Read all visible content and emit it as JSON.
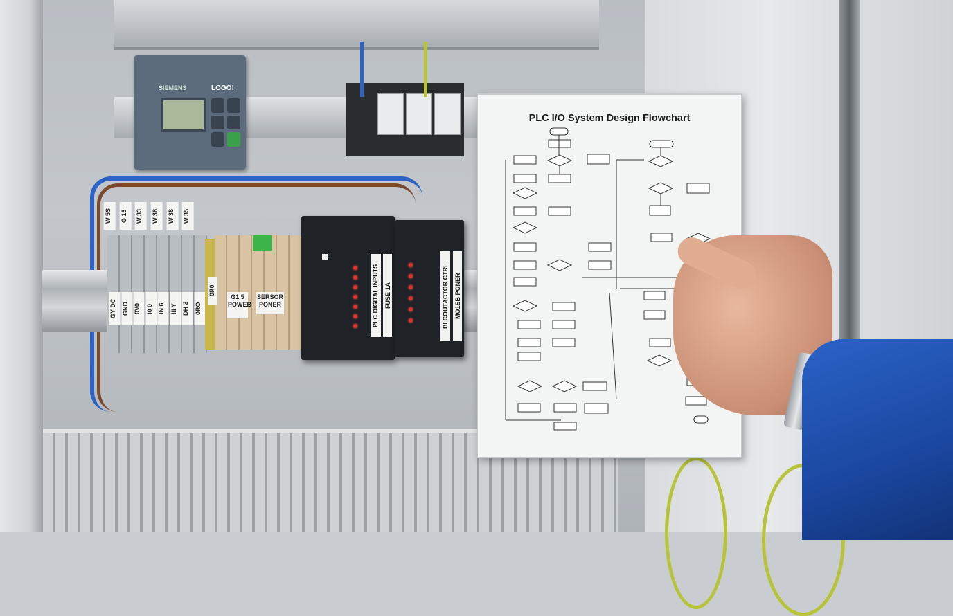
{
  "scene": {
    "plc": {
      "brand": "SIEMENS",
      "model": "LOGO!"
    },
    "terminal_labels": [
      "GY DC",
      "GND",
      "0V0",
      "I0 0",
      "IN 6",
      "III Y",
      "DH 3",
      "0RO"
    ],
    "wire_markers": [
      "W 5S",
      "G 13",
      "W 33",
      "W 38",
      "W 38",
      "W 35"
    ],
    "yellow_block_label": "0R0",
    "beige_labels": [
      "G1 5 POWEB",
      "SERSOR PONER"
    ],
    "module1": {
      "side_label": "PLC DIGITAL INPUTS",
      "fuse_label": "FUSE 1A"
    },
    "module2": {
      "side_label": "BI COUTACTOR CTRL",
      "power_label": "MO1SB PONER"
    },
    "paper": {
      "title": "PLC I/O System Design Flowchart"
    },
    "colors": {
      "sleeve": "#1f4fae",
      "module": "#1f2226",
      "paper": "#f3f4f4",
      "wire_blue": "#2d63c4",
      "wire_brown": "#7a4a2e",
      "ground": "#b7c43a"
    }
  }
}
